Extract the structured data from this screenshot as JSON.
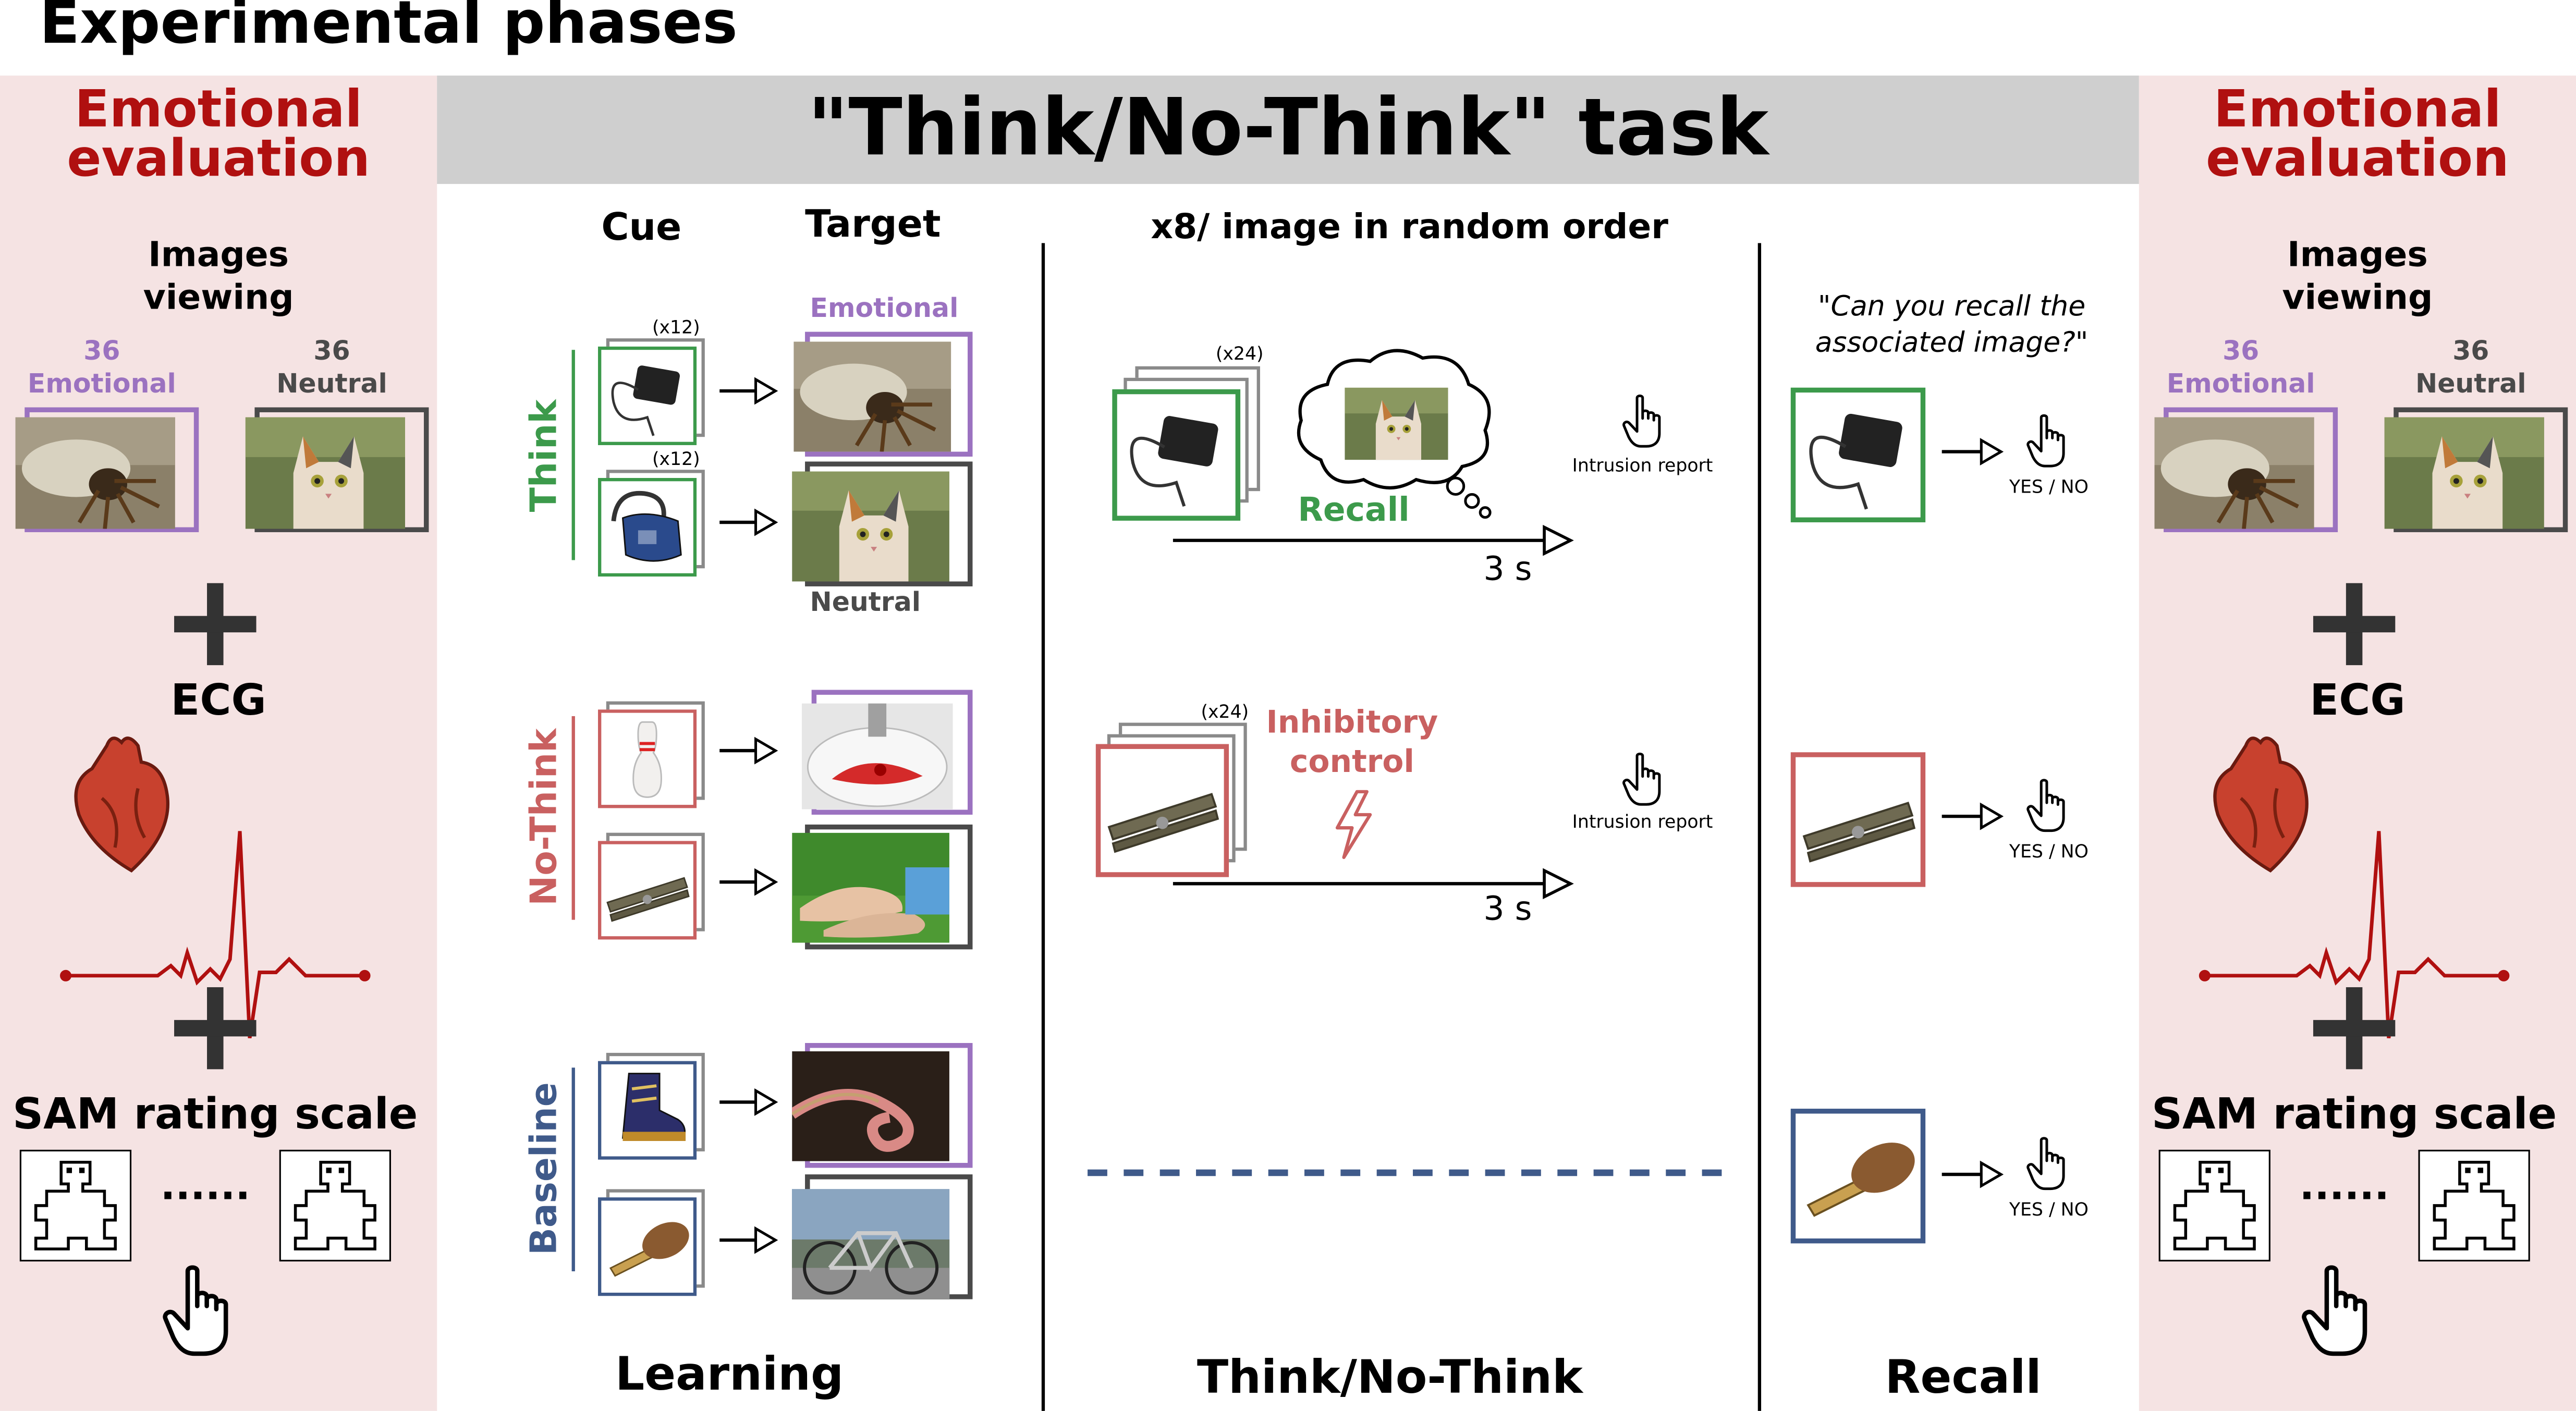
{
  "header": {
    "title": "Experimental phases"
  },
  "evaluation": {
    "title": "Emotional evaluation",
    "images_viewing": "Images viewing",
    "emotional_count": "36",
    "emotional_label": "Emotional",
    "neutral_count": "36",
    "neutral_label": "Neutral",
    "ecg": "ECG",
    "sam": "SAM rating scale",
    "dots": "......"
  },
  "task": {
    "title": "\"Think/No-Think\" task"
  },
  "learning": {
    "cue": "Cue",
    "target": "Target",
    "emotional": "Emotional",
    "neutral": "Neutral",
    "x12": "(x12)",
    "think": "Think",
    "nothink": "No-Think",
    "baseline": "Baseline",
    "phase": "Learning"
  },
  "tnt": {
    "header": "x8/ image in random order",
    "x24": "(x24)",
    "recall_word": "Recall",
    "inhibitory": "Inhibitory control",
    "three_s": "3 s",
    "intrusion": "Intrusion report",
    "phase": "Think/No-Think"
  },
  "recall": {
    "question": "\"Can you recall the associated image?\"",
    "yesno": "YES / NO",
    "phase": "Recall"
  },
  "colors": {
    "think": "#3c9a4b",
    "nothink": "#c96060",
    "baseline": "#3f5a8a",
    "emotional": "#9b72c0",
    "neutral": "#4a4a4a",
    "accent_red": "#b01010",
    "header_gray": "#cfcfcf"
  },
  "icons": [
    "plus-icon",
    "heart-icon",
    "ecg-trace-icon",
    "sam-figure-icon",
    "pointing-hand-icon",
    "lightning-icon",
    "arrow-icon",
    "thought-cloud-icon"
  ]
}
